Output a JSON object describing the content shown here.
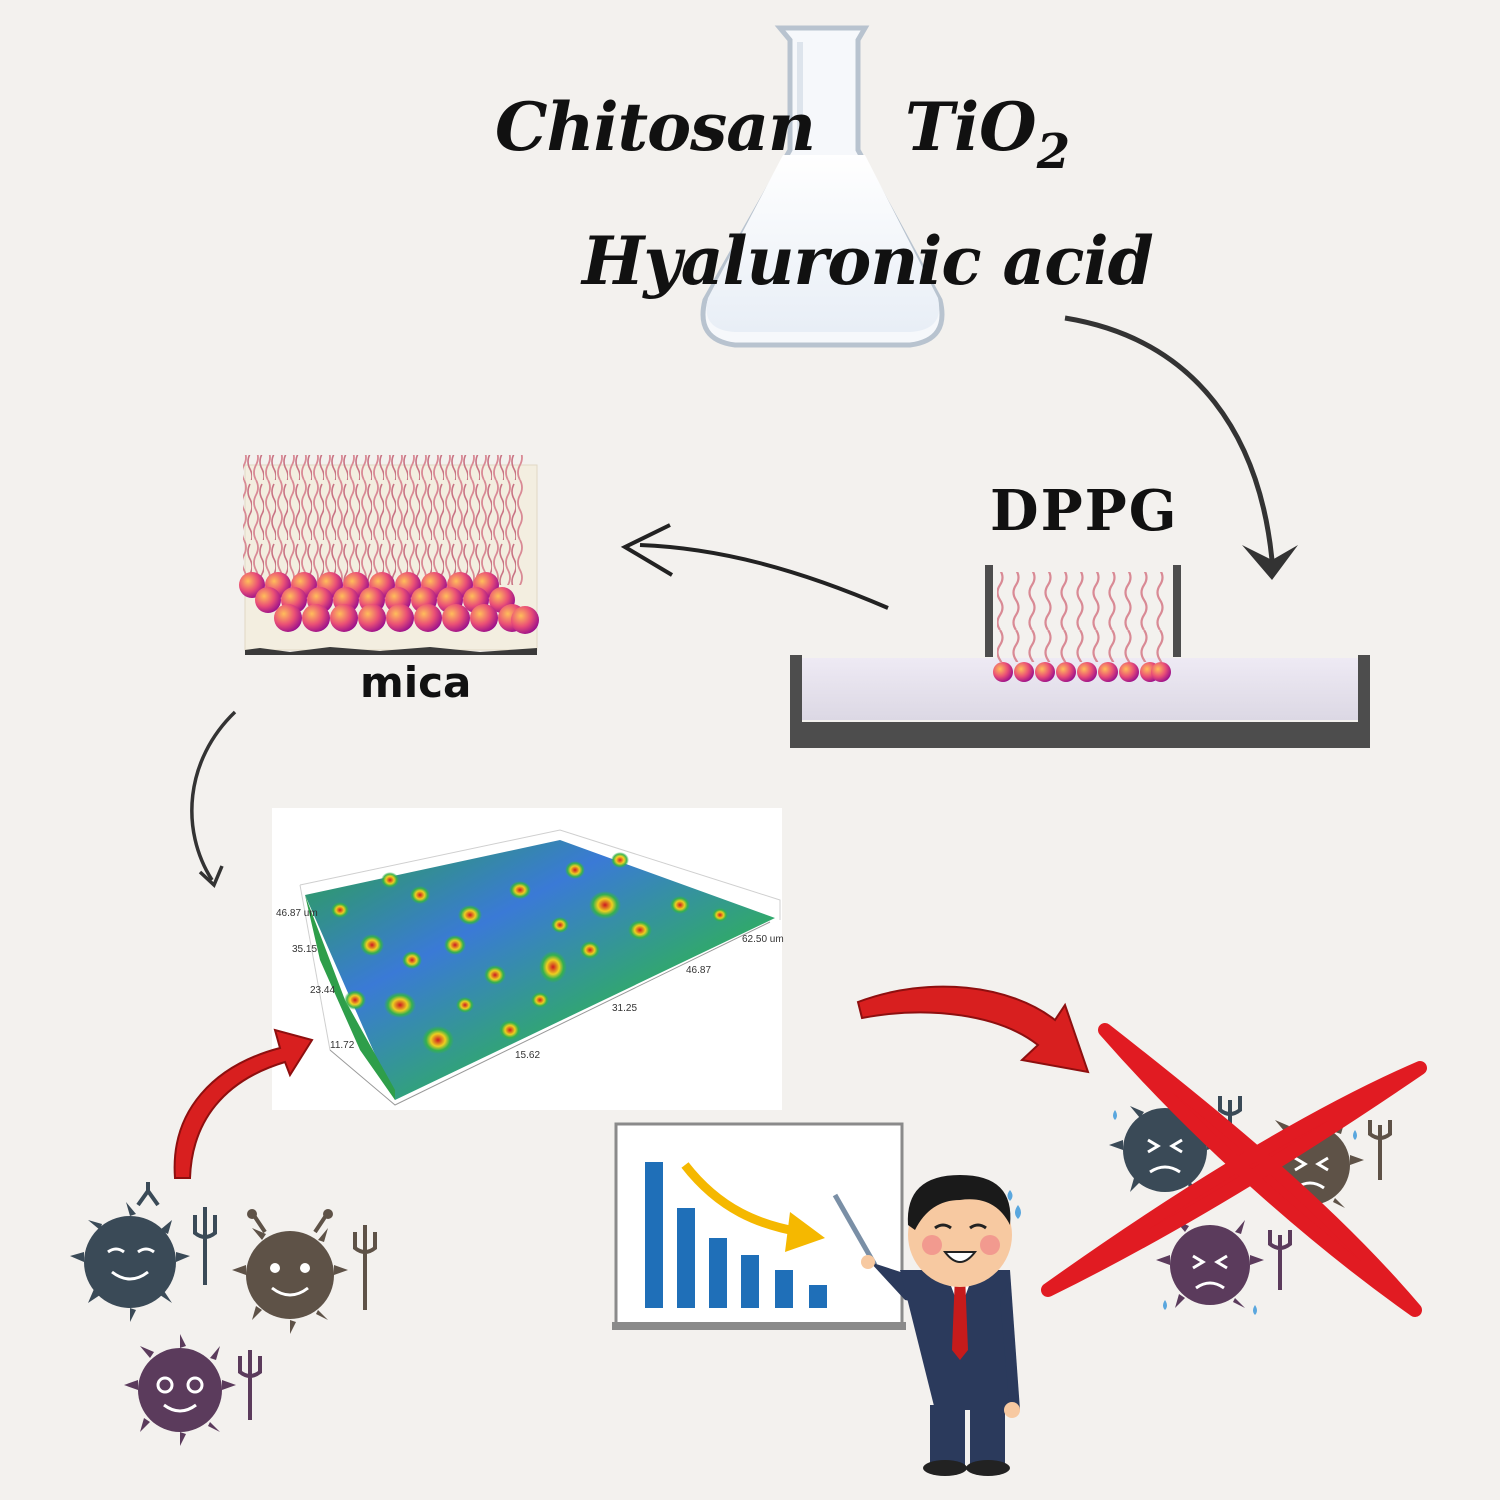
{
  "reagents": {
    "chitosan": "Chitosan",
    "tio2_main": "TiO",
    "tio2_sub": "2",
    "hyaluronic_acid": "Hyaluronic acid"
  },
  "labels": {
    "lipid": "DPPG",
    "substrate": "mica"
  },
  "afm_image": {
    "y_ticks": [
      "46.87 um",
      "35.15",
      "23.44",
      "11.72"
    ],
    "x_ticks": [
      "15.62",
      "31.25",
      "46.87",
      "62.50 um"
    ]
  },
  "colors": {
    "arrow_dark": "#333333",
    "arrow_red": "#d81f1f",
    "cross_red": "#e11b22",
    "lipid_tail": "#d98a95",
    "lipid_head_start": "#f59a2c",
    "lipid_head_end": "#c0148c",
    "chart_bar": "#1f6fb8",
    "chart_trend": "#f5b800"
  }
}
